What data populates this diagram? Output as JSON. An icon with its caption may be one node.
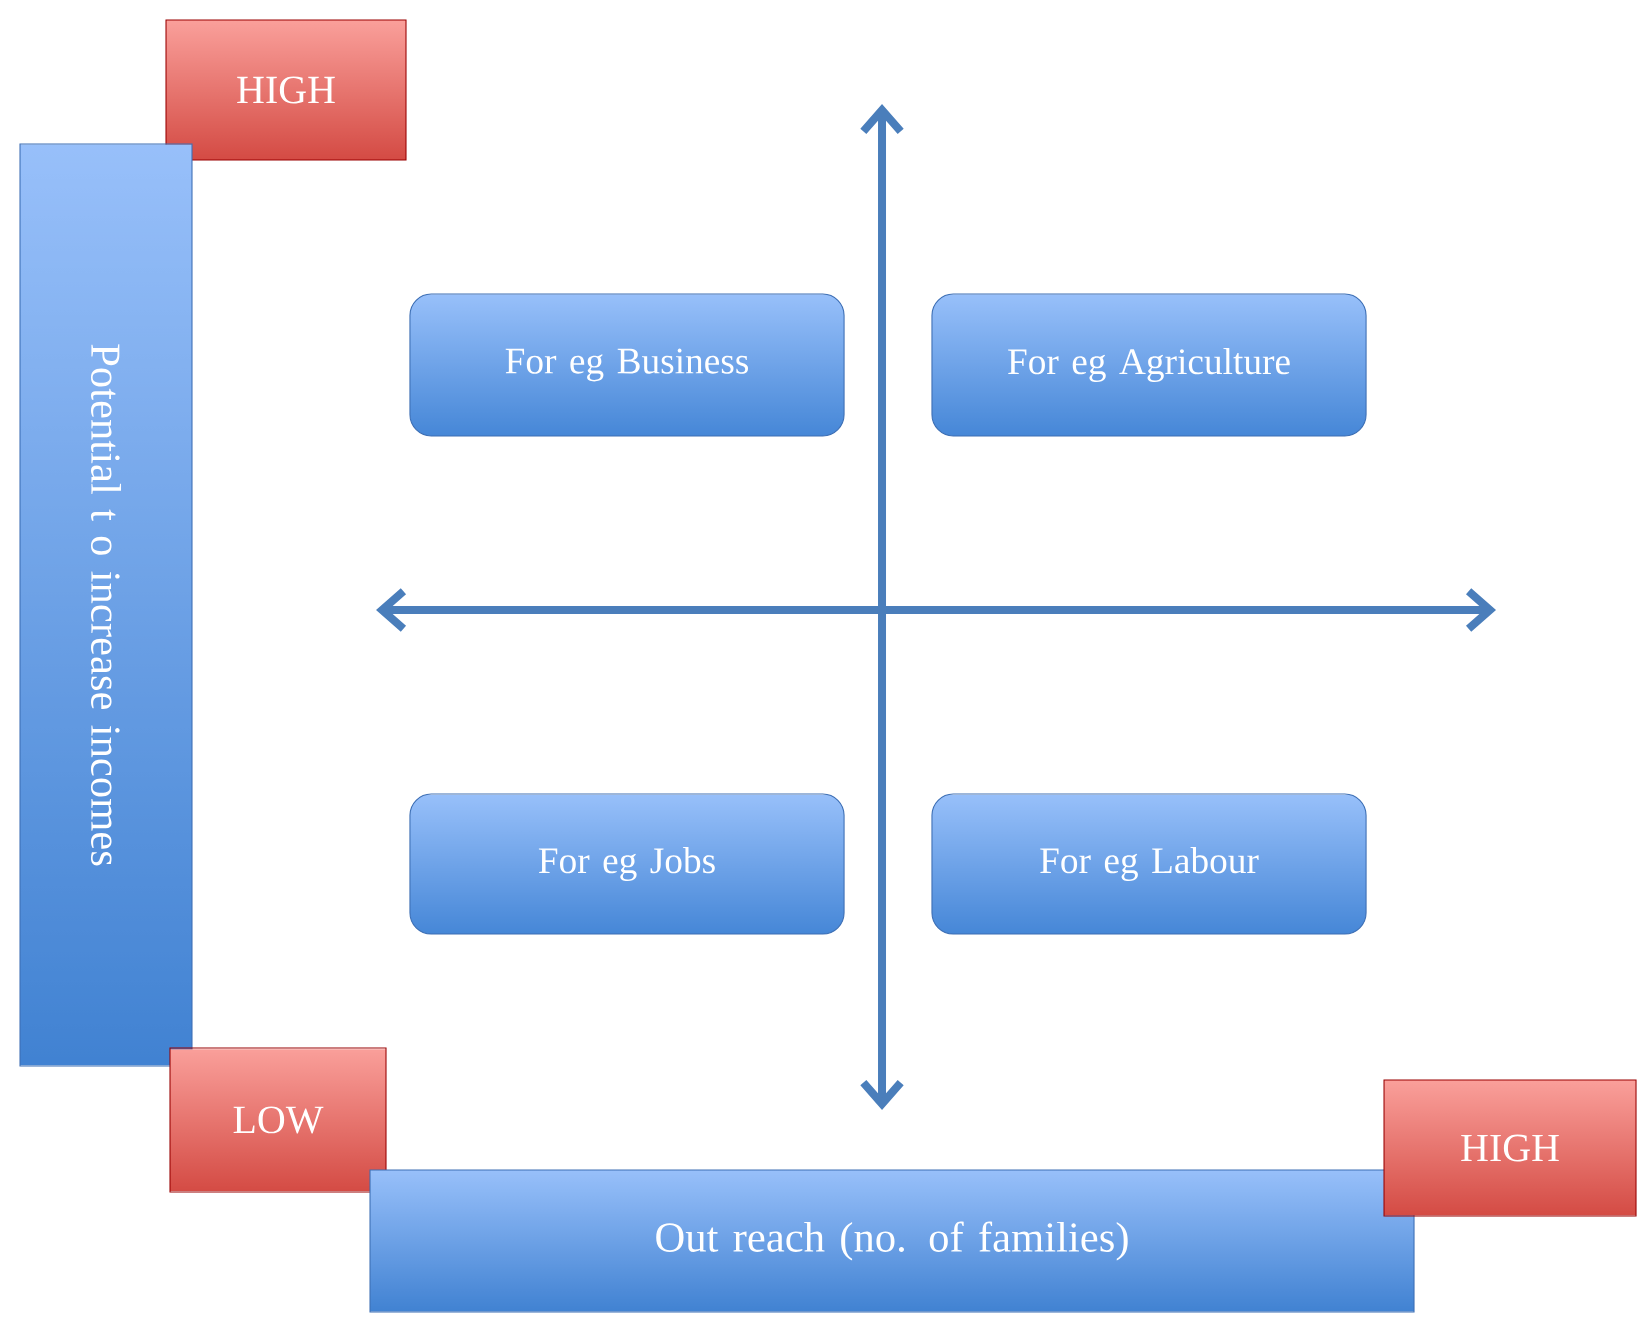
{
  "diagram": {
    "nodes": [
      {
        "text": [
          "HIGH"
        ]
      },
      {
        "text": [
          "Potential t o increase incomes"
        ]
      },
      {
        "text": [
          "For eg Business"
        ]
      },
      {
        "text": [
          "For eg Agriculture"
        ]
      },
      {
        "text": [
          "For eg Jobs"
        ]
      },
      {
        "text": [
          "For eg Labour"
        ]
      },
      {
        "text": [
          "LOW"
        ]
      },
      {
        "text": [
          "Out reach (no. of families)"
        ]
      },
      {
        "text": [
          "HIGH"
        ]
      }
    ]
  }
}
